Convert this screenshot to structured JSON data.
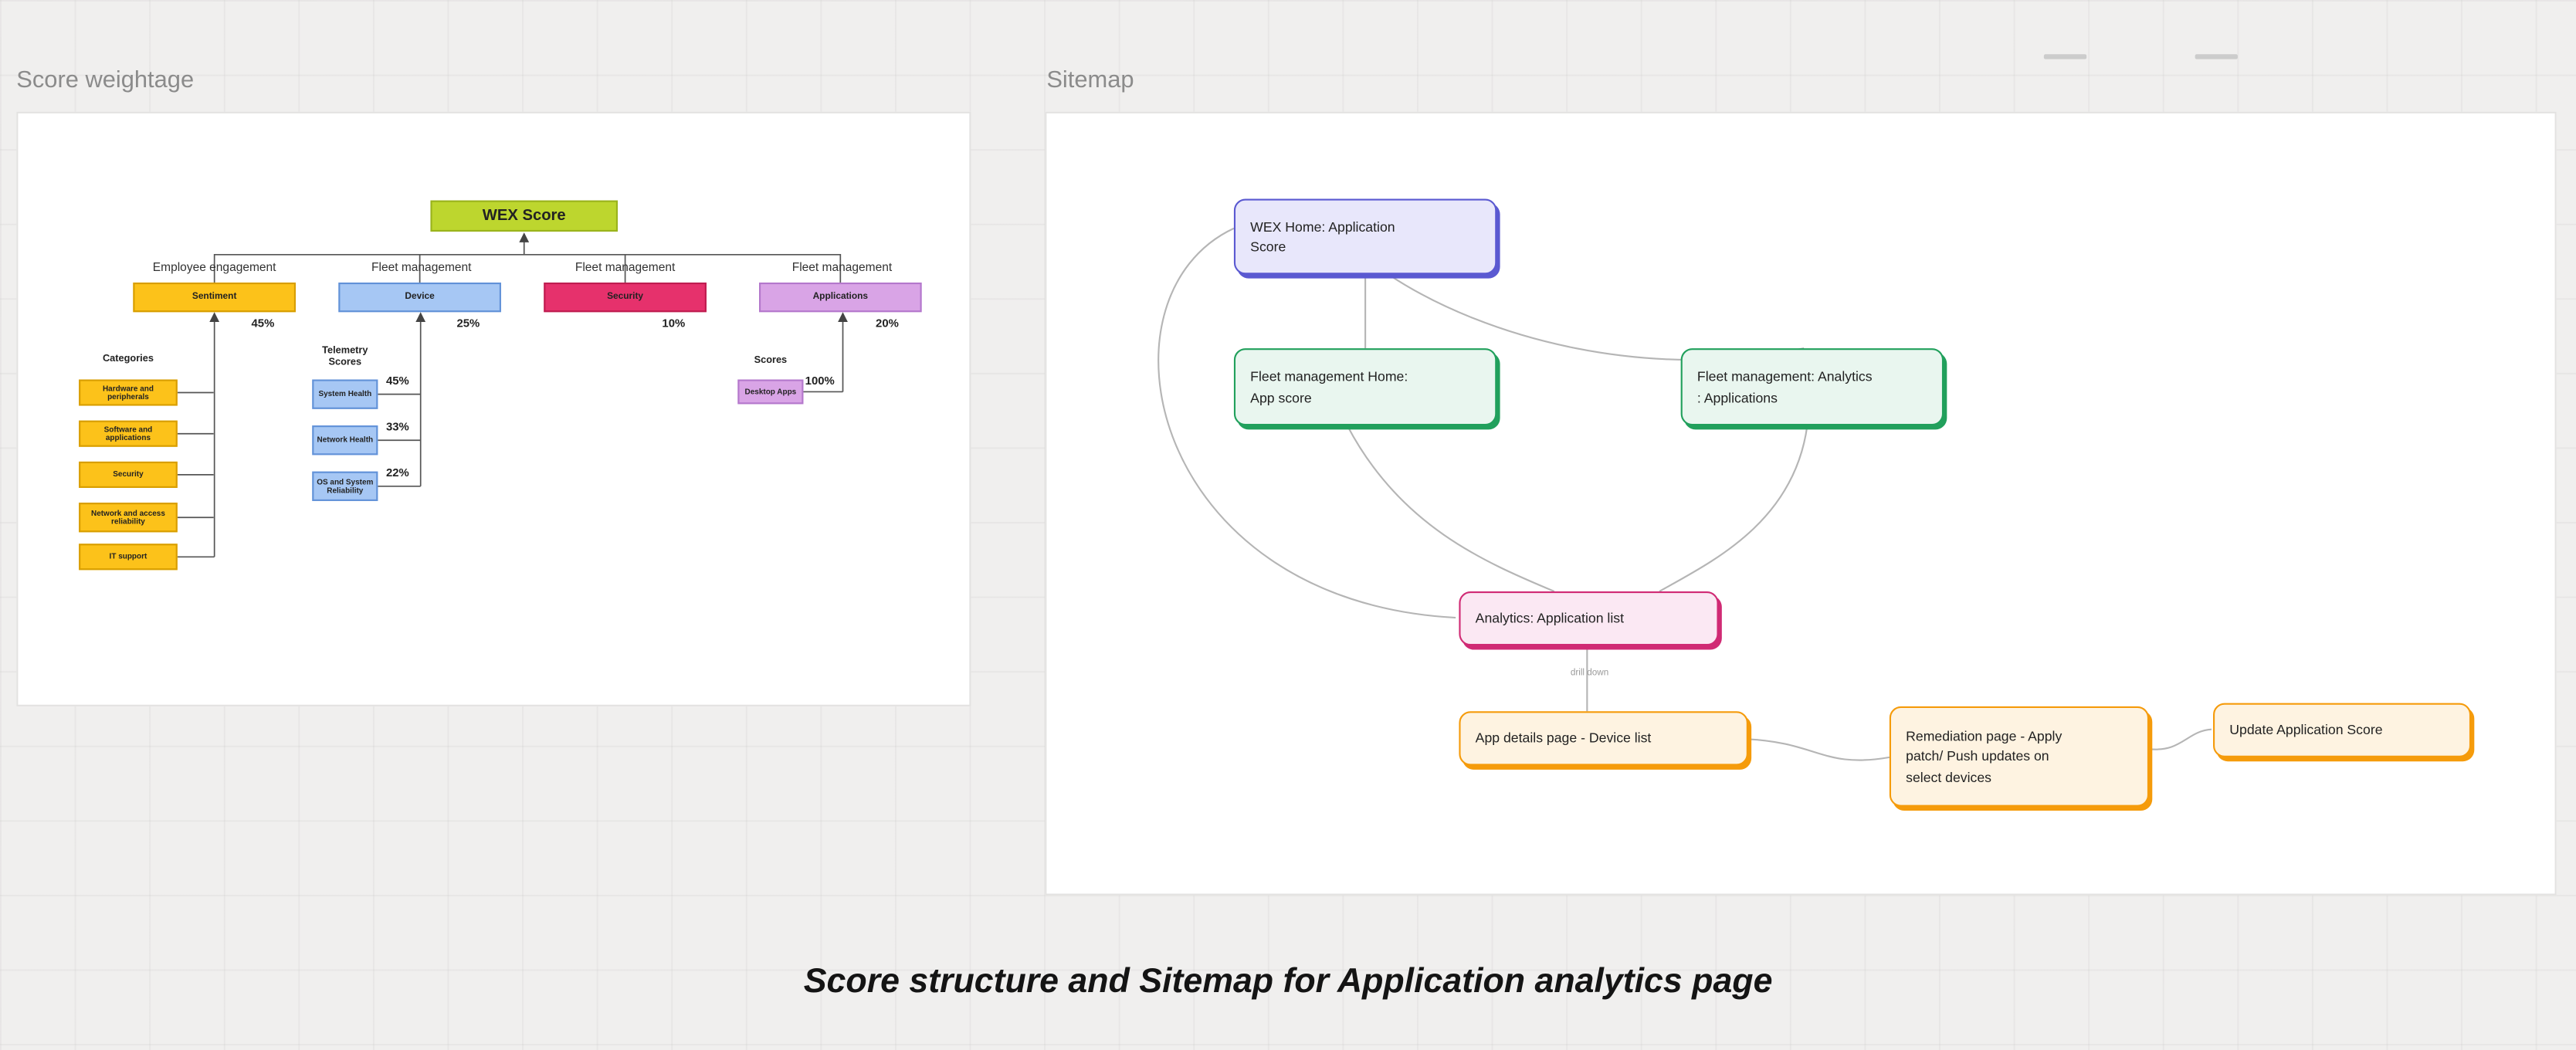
{
  "caption": "Score structure and Sitemap for Application analytics page",
  "colors": {
    "root_fill": "#bdd62e",
    "root_border": "#9ab31c",
    "yellow_fill": "#fcc21a",
    "yellow_border": "#d89e00",
    "blue_fill": "#a6c7f4",
    "blue_border": "#6292d8",
    "red_fill": "#e6316c",
    "red_border": "#bf1d50",
    "purple_fill": "#d9a4e6",
    "purple_border": "#b478cc",
    "connector_dark": "#555555",
    "connector_light": "#b5b5b5"
  },
  "score_frame": {
    "title": "Score weightage",
    "root_label": "WEX Score",
    "branches": [
      {
        "group": "Employee engagement",
        "label": "Sentiment",
        "weight": "45%"
      },
      {
        "group": "Fleet management",
        "label": "Device",
        "weight": "25%"
      },
      {
        "group": "Fleet management",
        "label": "Security",
        "weight": "10%"
      },
      {
        "group": "Fleet management",
        "label": "Applications",
        "weight": "20%"
      }
    ],
    "categories": {
      "title": "Categories",
      "items": [
        "Hardware and peripherals",
        "Software and applications",
        "Security",
        "Network and access reliability",
        "IT support"
      ]
    },
    "telemetry": {
      "title": "Telemetry Scores",
      "items": [
        {
          "label": "System Health",
          "value": "45%"
        },
        {
          "label": "Network Health",
          "value": "33%"
        },
        {
          "label": "OS and System Reliability",
          "value": "22%"
        }
      ]
    },
    "app_scores": {
      "title": "Scores",
      "items": [
        {
          "label": "Desktop Apps",
          "value": "100%"
        }
      ]
    }
  },
  "sitemap_frame": {
    "title": "Sitemap",
    "edge_label": "drill down",
    "nodes": {
      "wex_home": {
        "label": "WEX Home: Application\nScore",
        "fill": "#e8e7fb",
        "border": "#5a59d1"
      },
      "fleet_home": {
        "label": "Fleet management Home:\nApp score",
        "fill": "#e9f6ef",
        "border": "#21a05c"
      },
      "fleet_analytics": {
        "label": "Fleet management: Analytics\n: Applications",
        "fill": "#e9f6ef",
        "border": "#21a05c"
      },
      "analytics_list": {
        "label": "Analytics: Application list",
        "fill": "#fbe8f3",
        "border": "#d02a74"
      },
      "app_details": {
        "label": "App details page - Device list",
        "fill": "#fef3e1",
        "border": "#f59b0b"
      },
      "remediation": {
        "label": "Remediation page - Apply\npatch/ Push updates on\nselect devices",
        "fill": "#fef3e1",
        "border": "#f59b0b"
      },
      "update_score": {
        "label": "Update Application Score",
        "fill": "#fef3e1",
        "border": "#f59b0b"
      }
    }
  }
}
